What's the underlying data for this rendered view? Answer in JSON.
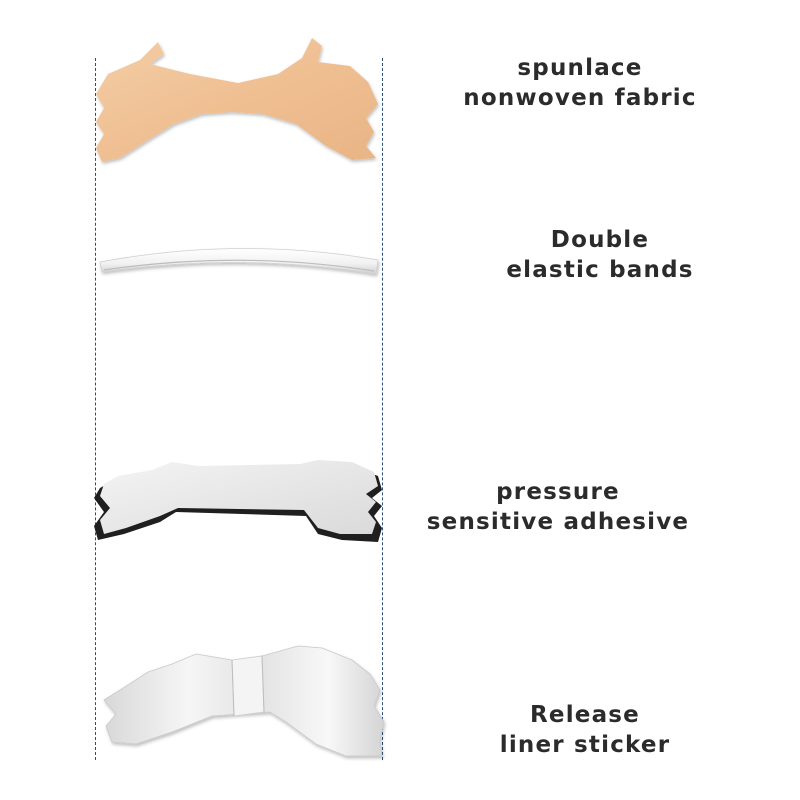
{
  "layers": [
    {
      "id": "fabric",
      "label_lines": [
        "spunlace",
        "nonwoven fabric"
      ],
      "color": "#f2c49a"
    },
    {
      "id": "bands",
      "label_lines": [
        "Double",
        "elastic bands"
      ],
      "color": "#ececec"
    },
    {
      "id": "adhesive",
      "label_lines": [
        "pressure",
        "sensitive adhesive"
      ],
      "color": "#e6e6e6"
    },
    {
      "id": "liner",
      "label_lines": [
        "Release",
        "liner sticker"
      ],
      "color": "#dcdcdc"
    }
  ],
  "guide_color": "#2a4f7a"
}
